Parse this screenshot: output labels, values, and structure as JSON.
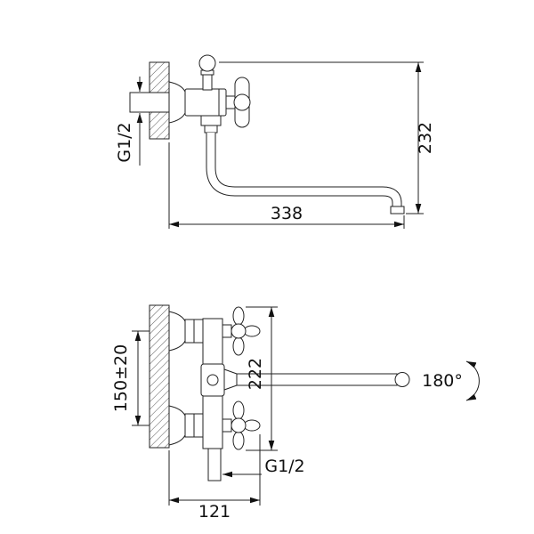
{
  "drawing": {
    "top": {
      "thread": "G1/2",
      "height": "232",
      "reach": "338"
    },
    "bottom": {
      "inlet_spacing": "150±20",
      "height": "222",
      "swivel": "180°",
      "outlet_thread": "G1/2",
      "depth": "121"
    },
    "colors": {
      "line": "#222222",
      "text": "#111111",
      "background": "#ffffff"
    }
  }
}
